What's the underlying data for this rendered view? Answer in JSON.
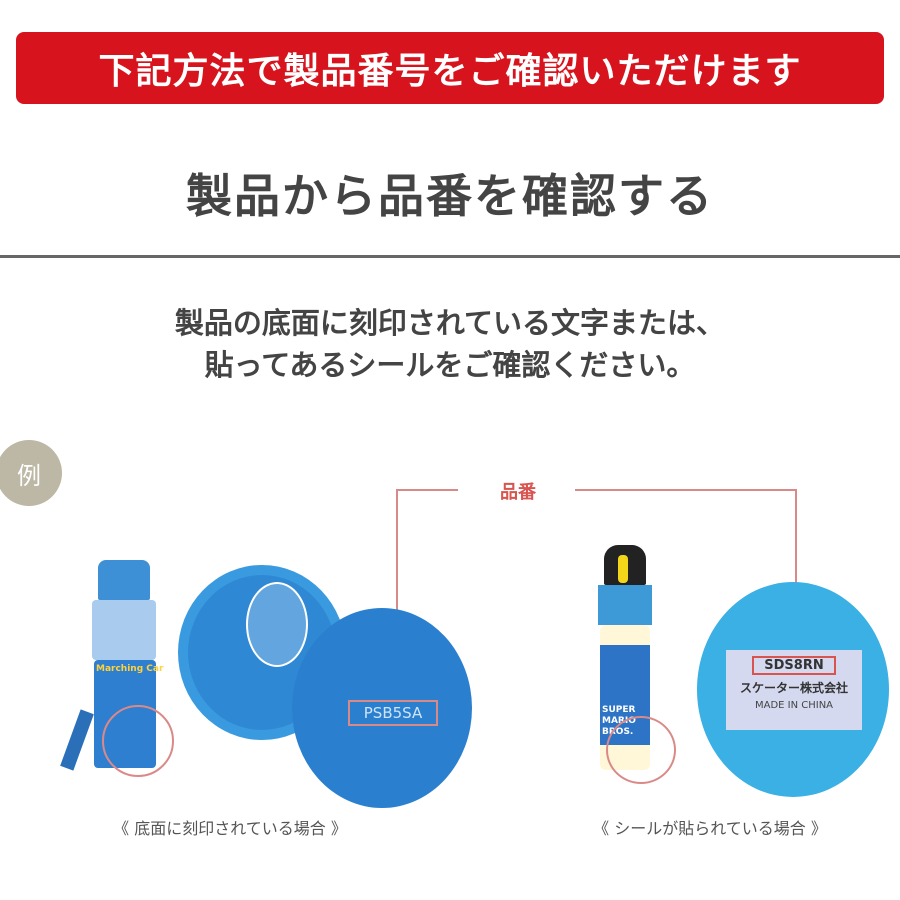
{
  "banner": {
    "text": "下記方法で製品番号をご確認いただけます",
    "color": "#d7141d"
  },
  "heading": "製品から品番を確認する",
  "instructions": [
    "製品の底面に刻印されている文字または、",
    "貼ってあるシールをご確認ください。"
  ],
  "example_badge": "例",
  "part_number_label": "品番",
  "left_example": {
    "engraved_code": "PSB5SA",
    "bottle_print": "Marching Car",
    "caption": "《 底面に刻印されている場合 》"
  },
  "right_example": {
    "sticker_code": "SDS8RN",
    "sticker_company": "スケーター株式会社",
    "sticker_origin": "MADE IN CHINA",
    "bottle_print": "SUPER MARIO BROS.",
    "caption": "《 シールが貼られている場合 》"
  }
}
